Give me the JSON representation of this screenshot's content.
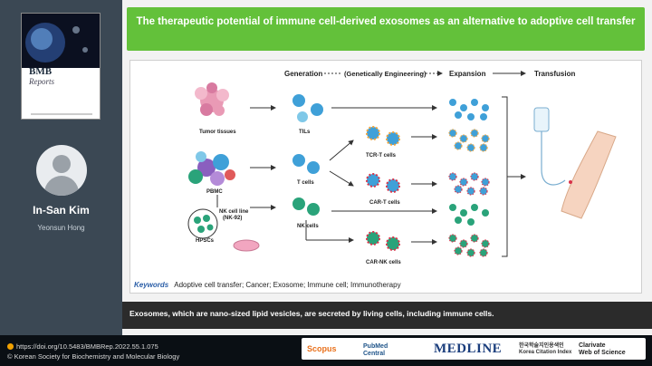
{
  "sidebar": {
    "journal": {
      "title": "BMB",
      "subtitle": "Reports"
    },
    "presenter": "In-San Kim",
    "coauthor": "Yeonsun Hong"
  },
  "slide": {
    "title": "The therapeutic potential of immune cell-derived exosomes as an alternative to adoptive cell transfer",
    "figure": {
      "stages": {
        "generation": "Generation",
        "genetic": "(Genetically Engineering)",
        "expansion": "Expansion",
        "transfusion": "Transfusion"
      },
      "sources": {
        "tumor": "Tumor tissues",
        "pbmc": "PBMC",
        "nkline_a": "NK cell line",
        "nkline_b": "(NK-92)",
        "hpscs": "HPSCs"
      },
      "cells": {
        "tils": "TILs",
        "tcells": "T cells",
        "tcr": "TCR-T cells",
        "car_t": "CAR-T cells",
        "nk": "NK cells",
        "car_nk": "CAR-NK cells"
      }
    },
    "keywords": {
      "label": "Keywords",
      "text": "Adoptive cell transfer; Cancer; Exosome; Immune cell; Immunotherapy"
    },
    "summary": "Exosomes, which are nano-sized lipid vesicles, are secreted by living cells, including immune cells."
  },
  "footer": {
    "doi": "https://doi.org/10.5483/BMBRep.2022.55.1.075",
    "copyright": "© Korean Society for Biochemistry and Molecular Biology",
    "logos": {
      "scopus": "Scopus",
      "pubmed_a": "PubMed",
      "pubmed_b": "Central",
      "medline": "MEDLINE",
      "kci_a": "한국학술지인용색인",
      "kci_b": "Korea Citation Index",
      "wos_a": "Clarivate",
      "wos_b": "Web of Science"
    }
  },
  "colors": {
    "title_bar": "#63c13a",
    "sidebar": "#3b4854",
    "keywords_label": "#2b5ea7",
    "cell_blue": "#3fa0d8",
    "cell_teal": "#2aa37a",
    "receptor_orange": "#f2a33a",
    "receptor_red": "#d9344a"
  }
}
